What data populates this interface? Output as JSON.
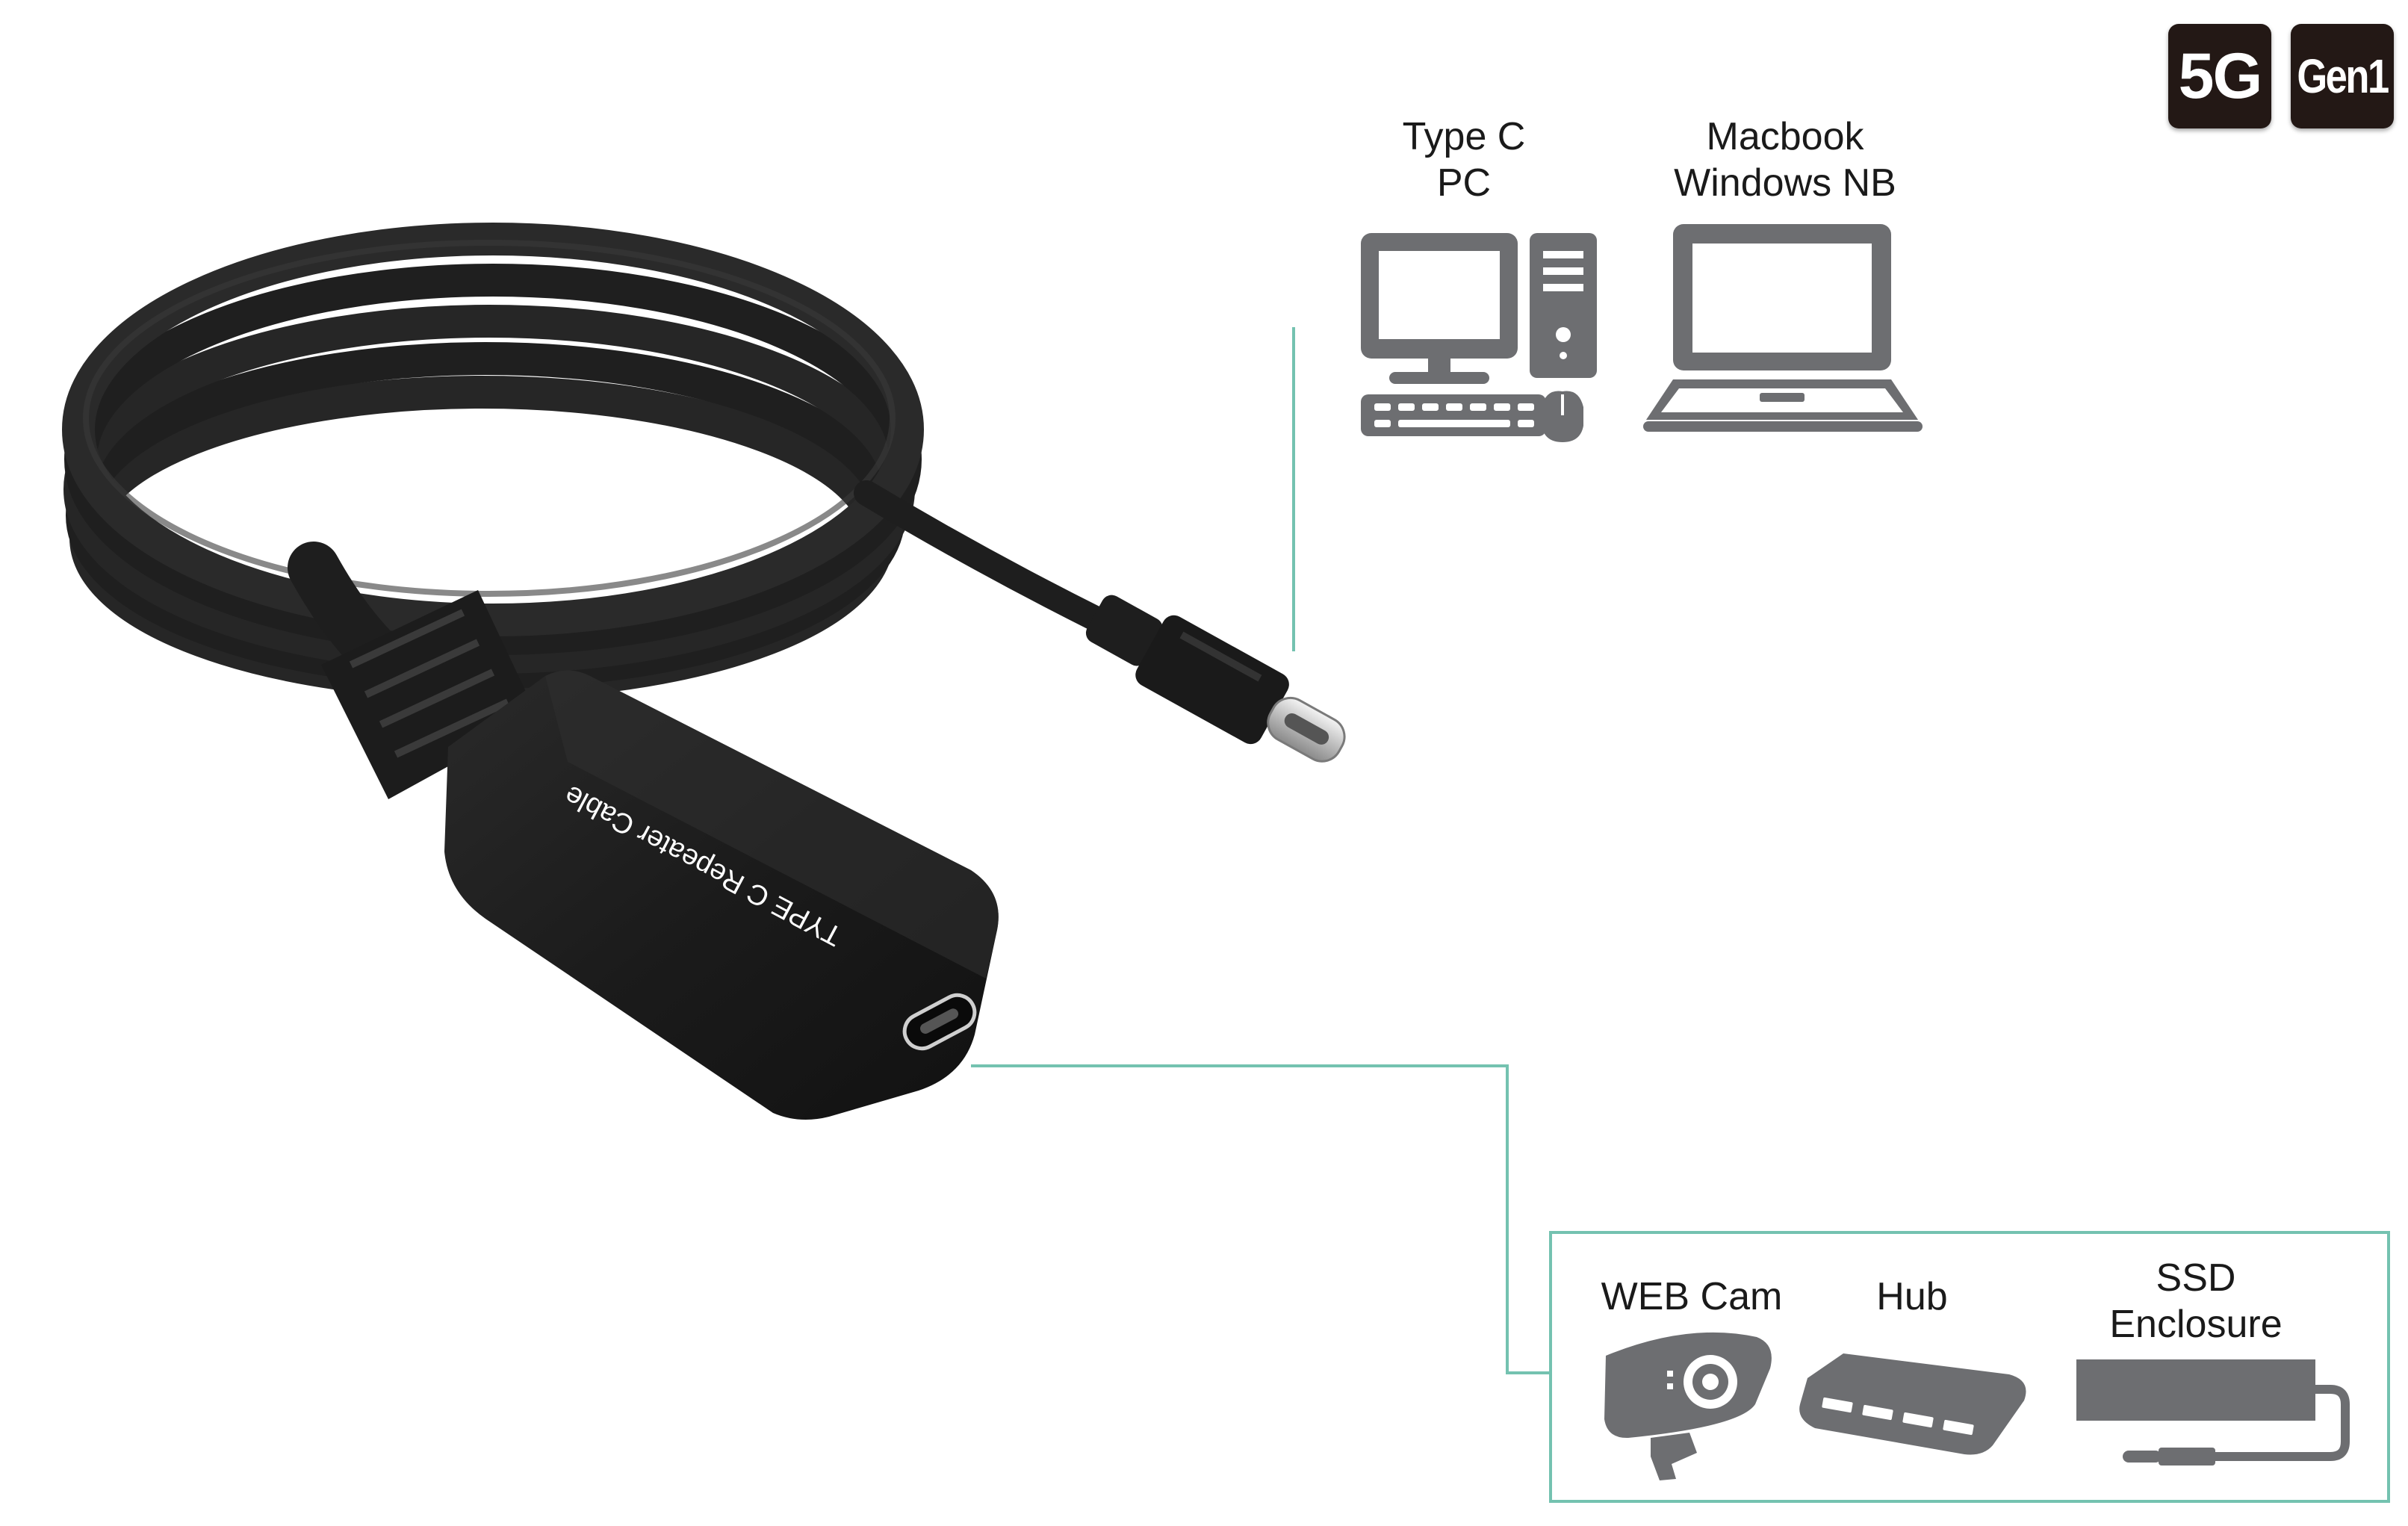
{
  "badges": {
    "speed": "5G",
    "generation": "Gen1"
  },
  "product": {
    "housing_text": "TYPE C Repeater Cable"
  },
  "hosts": [
    {
      "line1": "Type C",
      "line2": "PC"
    },
    {
      "line1": "Macbook",
      "line2": "Windows NB"
    }
  ],
  "devices": [
    {
      "line1": "WEB Cam"
    },
    {
      "line1": "Hub"
    },
    {
      "line1": "SSD",
      "line2": "Enclosure"
    }
  ],
  "colors": {
    "connector_line": "#74c2b0",
    "icon_gray": "#6d6e71",
    "cable_black": "#1e1e1e",
    "badge_bg": "#231815"
  }
}
